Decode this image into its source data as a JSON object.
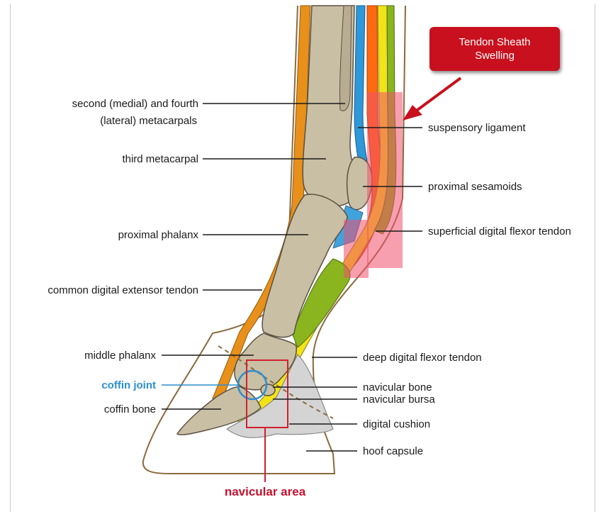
{
  "labels": {
    "metacarpals_line1": "second (medial) and fourth",
    "metacarpals_line2": "(lateral) metacarpals",
    "third_metacarpal": "third metacarpal",
    "proximal_phalanx": "proximal phalanx",
    "common_digital_extensor": "common digital extensor tendon",
    "middle_phalanx": "middle phalanx",
    "coffin_joint": "coffin joint",
    "coffin_bone": "coffin bone",
    "suspensory_ligament": "suspensory ligament",
    "proximal_sesamoids": "proximal sesamoids",
    "superficial_flexor": "superficial digital flexor tendon",
    "deep_flexor": "deep digital flexor tendon",
    "navicular_bone": "navicular bone",
    "navicular_bursa": "navicular bursa",
    "digital_cushion": "digital cushion",
    "hoof_capsule": "hoof capsule",
    "navicular_area": "navicular area"
  },
  "callout": {
    "line1": "Tendon Sheath",
    "line2": "Swelling"
  },
  "colors": {
    "bone": "#c9bfa5",
    "extensor_tendon": "#e8901a",
    "suspensory_ligament": "#2e98d8",
    "superficial_flexor": "#ff6a10",
    "deep_flexor": "#f2e21a",
    "digital_cushion": "#8ab51e",
    "hoof_outline": "#8a6a3c",
    "swelling_highlight": "#f0506e",
    "callout_red": "#c8101e",
    "coffin_joint_blue": "#2a8fd0",
    "navicular_red": "#d0202e"
  }
}
